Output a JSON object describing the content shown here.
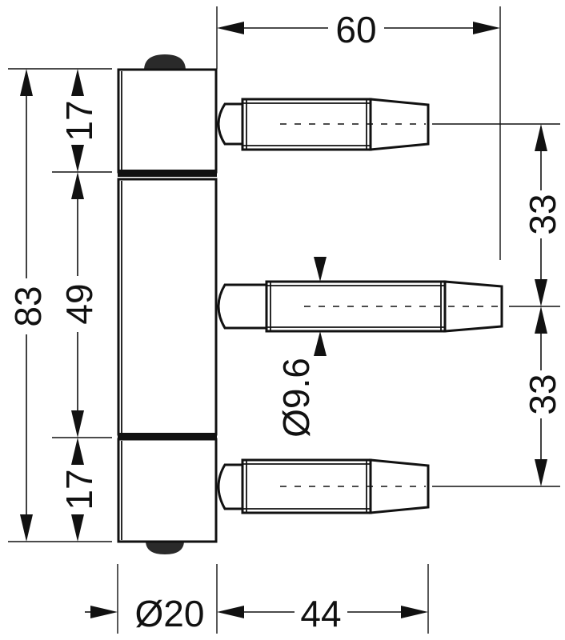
{
  "dimensions": {
    "overall_width": "60",
    "top_knuckle_height": "17",
    "overall_height": "83",
    "middle_height": "49",
    "bottom_knuckle_height": "17",
    "pin_spacing_upper": "33",
    "pin_spacing_lower": "33",
    "pin_diameter": "Ø9.6",
    "body_diameter": "Ø20",
    "pin_length": "44"
  }
}
